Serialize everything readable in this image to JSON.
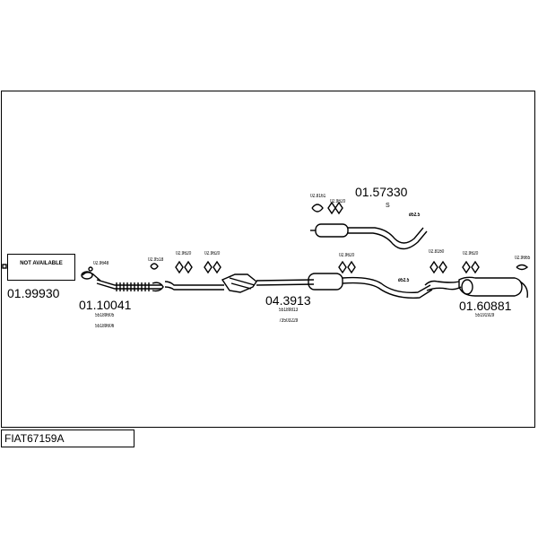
{
  "diagram": {
    "model_code": "FIAT67159A",
    "not_available": "NOT AVAILABLE",
    "labels": {
      "p_01_99930": "01.99930",
      "p_01_10041": "01.10041",
      "p_04_3913": "04.3913",
      "p_01_57330": "01.57330",
      "p_01_60881": "01.60881",
      "s_mark": "S",
      "c_02_9648": "02.9648",
      "c_02_9518": "02.9518",
      "c_02_9620_a": "02.9620",
      "c_02_9620_b": "02.9620",
      "c_02_9620_c": "02.9620",
      "c_02_9620_d": "02.9620",
      "c_02_9620_e": "02.9620",
      "c_02_8161": "02.8161",
      "c_02_8160": "02.8160",
      "c_02_9665": "02.9665",
      "dia_1": "ø52.5",
      "dia_2": "ø52.5",
      "oem_1": "55189605",
      "oem_2": "55189606",
      "oem_3": "55189813",
      "oem_4": "73503229",
      "oem_5": "55191929"
    }
  }
}
